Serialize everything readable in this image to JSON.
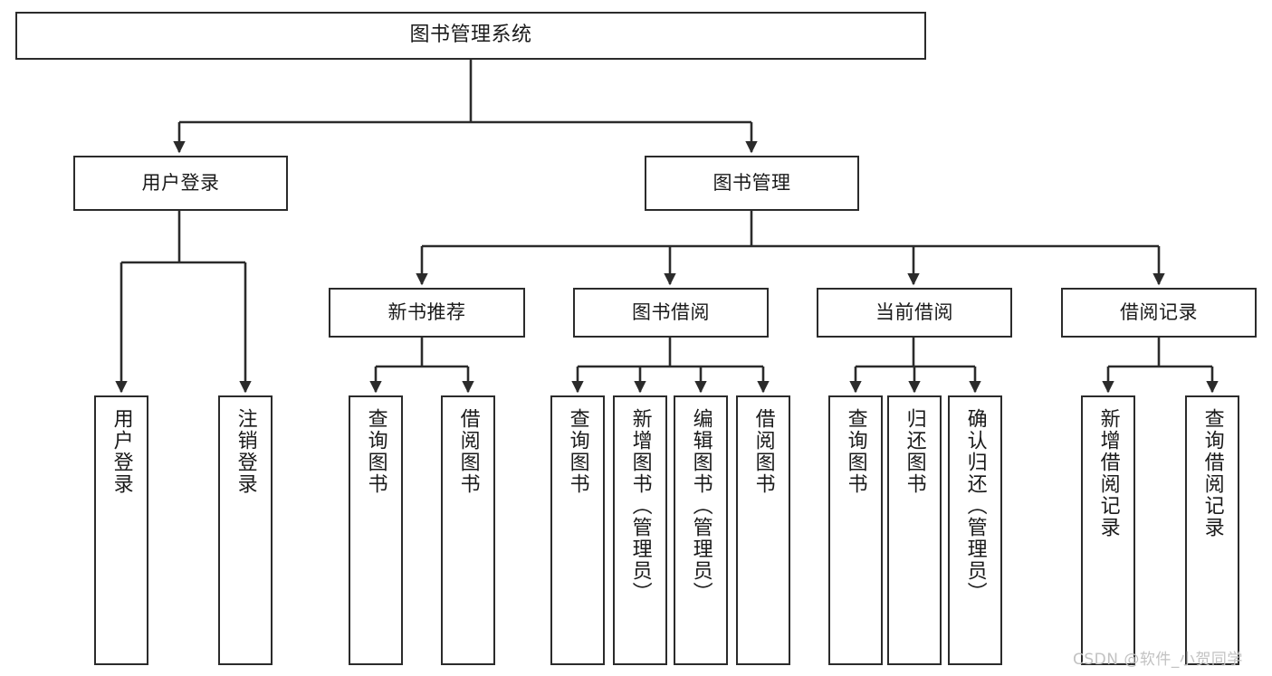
{
  "diagram": {
    "title": "图书管理系统",
    "watermark": "CSDN @软件_小贺同学",
    "colors": {
      "background": "#ffffff",
      "stroke": "#2b2b2b",
      "text": "#1a1a1a",
      "watermark": "#c2c2c2"
    },
    "nodes": {
      "root": {
        "label": "图书管理系统"
      },
      "level2": [
        {
          "label": "用户登录"
        },
        {
          "label": "图书管理"
        }
      ],
      "level3": [
        {
          "label": "新书推荐"
        },
        {
          "label": "图书借阅"
        },
        {
          "label": "当前借阅"
        },
        {
          "label": "借阅记录"
        }
      ],
      "leaves": {
        "user_login": [
          {
            "label": "用户登录"
          },
          {
            "label": "注销登录"
          }
        ],
        "new_book": [
          {
            "label": "查询图书"
          },
          {
            "label": "借阅图书"
          }
        ],
        "book_borrow": [
          {
            "label": "查询图书"
          },
          {
            "label": "新增图书（管理员）"
          },
          {
            "label": "编辑图书（管理员）"
          },
          {
            "label": "借阅图书"
          }
        ],
        "current_borrow": [
          {
            "label": "查询图书"
          },
          {
            "label": "归还图书"
          },
          {
            "label": "确认归还（管理员）"
          }
        ],
        "borrow_record": [
          {
            "label": "新增借阅记录"
          },
          {
            "label": "查询借阅记录"
          }
        ]
      }
    }
  }
}
